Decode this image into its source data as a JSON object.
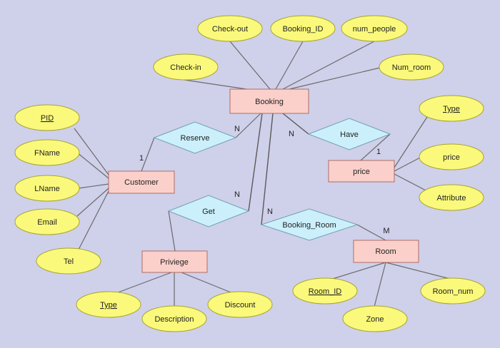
{
  "entities": {
    "booking": "Booking",
    "customer": "Customer",
    "price": "price",
    "priviege": "Priviege",
    "room": "Room"
  },
  "relationships": {
    "reserve": "Reserve",
    "have": "Have",
    "get": "Get",
    "booking_room": "Booking_Room"
  },
  "attributes": {
    "check_out": "Check-out",
    "booking_id": "Booking_ID",
    "num_people": "num_people",
    "check_in": "Check-in",
    "num_room": "Num_room",
    "pid": "PID",
    "fname": "FName",
    "lname": "LName",
    "email": "Email",
    "tel": "Tel",
    "price_type": "Type",
    "price_price": "price",
    "price_attribute": "Attribute",
    "priv_type": "Type",
    "priv_description": "Description",
    "priv_discount": "Discount",
    "room_id": "Room_ID",
    "room_num": "Room_num",
    "zone": "Zone"
  },
  "cardinalities": {
    "reserve_customer": "1",
    "reserve_booking": "N",
    "have_booking": "N",
    "have_price": "1",
    "get_booking": "N",
    "bookingroom_booking": "N",
    "bookingroom_room": "M"
  },
  "colors": {
    "background": "#cfd0ea",
    "entity_fill": "#fbd0ca",
    "relationship_fill": "#ccf0fb",
    "attribute_fill": "#fbf97b"
  }
}
